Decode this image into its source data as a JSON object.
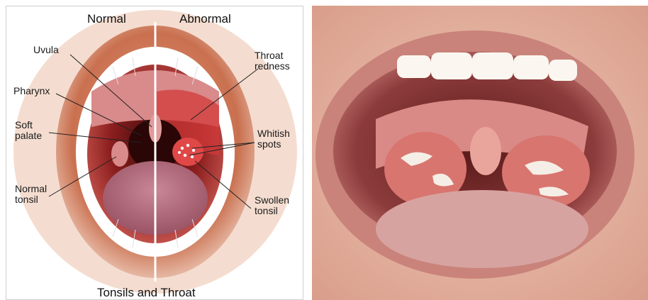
{
  "diagram": {
    "header_left": "Normal",
    "header_right": "Abnormal",
    "caption": "Tonsils and Throat",
    "labels": {
      "uvula": "Uvula",
      "pharynx": "Pharynx",
      "soft_palate": "Soft\npalate",
      "normal_tonsil": "Normal\ntonsil",
      "throat_redness": "Throat\nredness",
      "whitish_spots": "Whitish\nspots",
      "swollen_tonsil": "Swollen\ntonsil"
    }
  },
  "colors": {
    "lips": "#c9704f",
    "mouth_cavity": "#8b1e1e",
    "tongue": "#b56a78",
    "teeth": "#ffffff",
    "redness": "#d23a3a",
    "photo_skin": "#e8b9a8"
  }
}
